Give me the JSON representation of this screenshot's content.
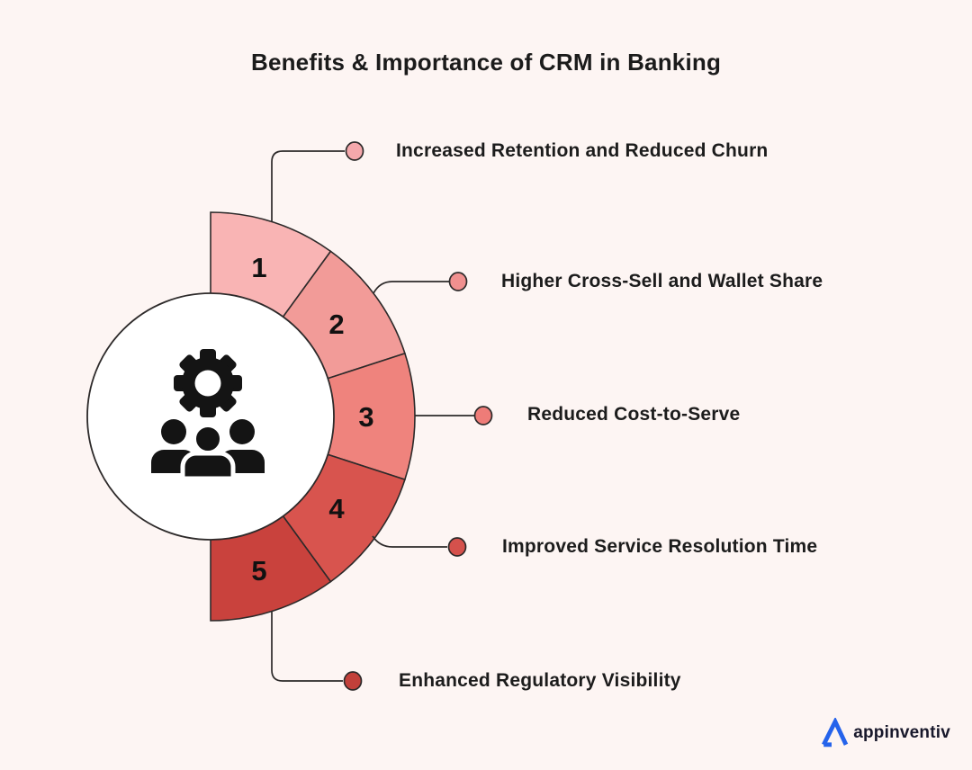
{
  "title": "Benefits & Importance of CRM in Banking",
  "background_color": "#FDF5F3",
  "outline_color": "#2D2A2A",
  "text_color": "#1C1C1C",
  "center_icon": "gear-and-team-icon",
  "segments": [
    {
      "number": "1",
      "label": "Increased Retention and Reduced Churn",
      "segment_color": "#F9B4B4",
      "dot_color": "#F5A8AC"
    },
    {
      "number": "2",
      "label": "Higher Cross-Sell and Wallet Share",
      "segment_color": "#F29B98",
      "dot_color": "#F0908F"
    },
    {
      "number": "3",
      "label": "Reduced Cost-to-Serve",
      "segment_color": "#EF837D",
      "dot_color": "#EE7C78"
    },
    {
      "number": "4",
      "label": "Improved Service Resolution Time",
      "segment_color": "#D8544E",
      "dot_color": "#D5514C"
    },
    {
      "number": "5",
      "label": "Enhanced Regulatory Visibility",
      "segment_color": "#C9423D",
      "dot_color": "#C2403A"
    }
  ],
  "logo": {
    "brand": "appinventiv",
    "accent_color": "#2563EB"
  }
}
